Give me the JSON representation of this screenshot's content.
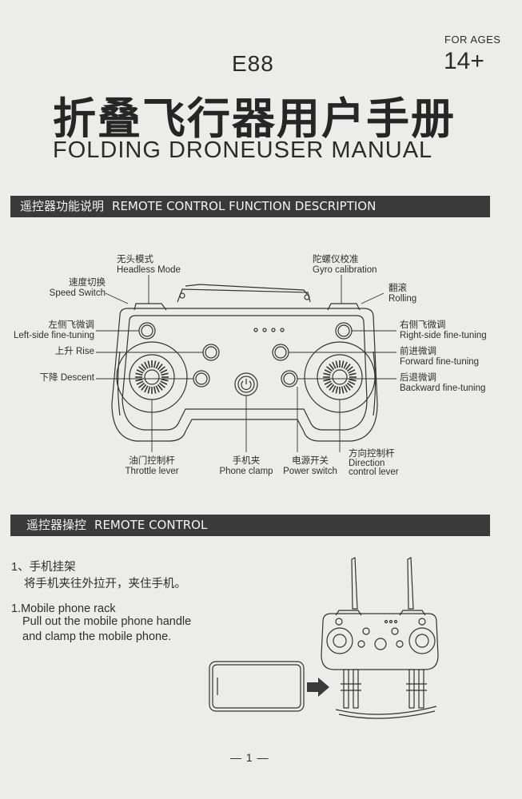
{
  "header": {
    "ages_label": "FOR AGES",
    "ages_value": "14+",
    "model": "E88",
    "title_cn": "折叠飞行器用户手册",
    "title_en": "FOLDING  DRONEUSER MANUAL"
  },
  "section1": {
    "title_cn": "遥控器功能说明",
    "title_en": "REMOTE CONTROL FUNCTION DESCRIPTION"
  },
  "labels": {
    "headless_cn": "无头模式",
    "headless_en": "Headless Mode",
    "gyro_cn": "陀螺仪校准",
    "gyro_en": "Gyro calibration",
    "speed_cn": "速度切换",
    "speed_en": "Speed Switch",
    "rolling_cn": "翻滚",
    "rolling_en": "Rolling",
    "left_fine_cn": "左侧飞微调",
    "left_fine_en": "Left-side fine-tuning",
    "right_fine_cn": "右侧飞微调",
    "right_fine_en": "Right-side fine-tuning",
    "rise_cn": "上升",
    "rise_en": "Rise",
    "forward_cn": "前进微调",
    "forward_en": "Forward fine-tuning",
    "descent_cn": "下降",
    "descent_en": "Descent",
    "backward_cn": "后退微调",
    "backward_en": "Backward fine-tuning",
    "throttle_cn": "油门控制杆",
    "throttle_en": "Throttle lever",
    "clamp_cn": "手机夹",
    "clamp_en": "Phone clamp",
    "power_cn": "电源开关",
    "power_en": "Power switch",
    "direction_cn": "方向控制杆",
    "direction_en_1": "Direction",
    "direction_en_2": "control lever"
  },
  "section2": {
    "title_cn": "遥控器操控",
    "title_en": "REMOTE CONTROL"
  },
  "step1": {
    "cn_title": "1、手机挂架",
    "cn_text": "将手机夹往外拉开，夹住手机。",
    "en_title": "1.Mobile phone rack",
    "en_line1": "Pull out the mobile phone handle",
    "en_line2": "and clamp the mobile phone."
  },
  "page_number": "— 1 —"
}
